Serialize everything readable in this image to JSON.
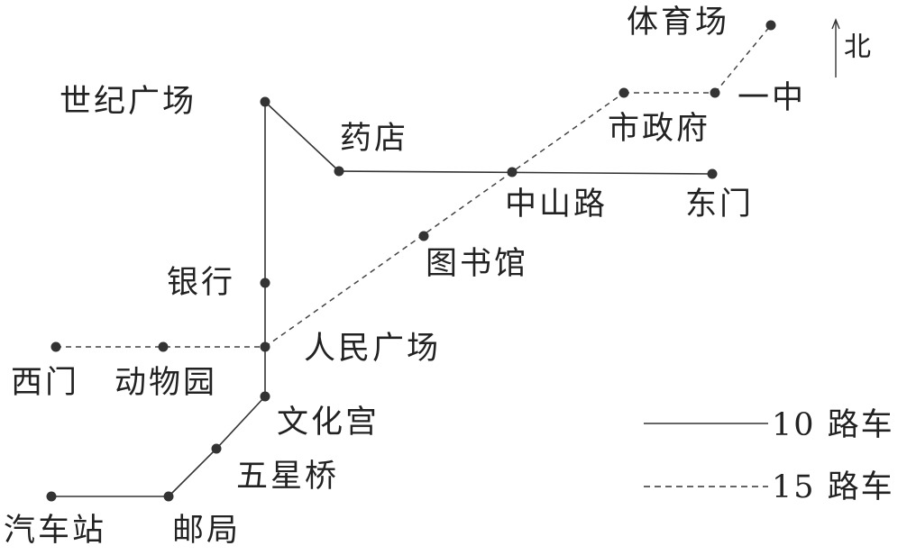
{
  "map": {
    "stations": {
      "tiyuchang": "体育场",
      "yizhong": "一中",
      "shizhengfu": "市政府",
      "shijiguangchang": "世纪广场",
      "yaodian": "药店",
      "zhongshanlu": "中山路",
      "dongmen": "东门",
      "tushuguan": "图书馆",
      "yinhang": "银行",
      "renminguangchang": "人民广场",
      "ximen": "西门",
      "dongwuyuan": "动物园",
      "wenhuagong": "文化宫",
      "wuxingqiao": "五星桥",
      "qichezhan": "汽车站",
      "youju": "邮局"
    },
    "north_label": "北",
    "legend": {
      "route10": "10 路车",
      "route15": "15 路车"
    },
    "routes": {
      "route10": [
        "汽车站",
        "邮局",
        "五星桥",
        "文化宫",
        "人民广场",
        "银行",
        "世纪广场",
        "药店",
        "中山路",
        "东门"
      ],
      "route15": [
        "西门",
        "动物园",
        "人民广场",
        "图书馆",
        "中山路",
        "市政府",
        "一中",
        "体育场"
      ]
    },
    "colors": {
      "line": "#333333",
      "text": "#222222",
      "background": "#ffffff"
    }
  }
}
